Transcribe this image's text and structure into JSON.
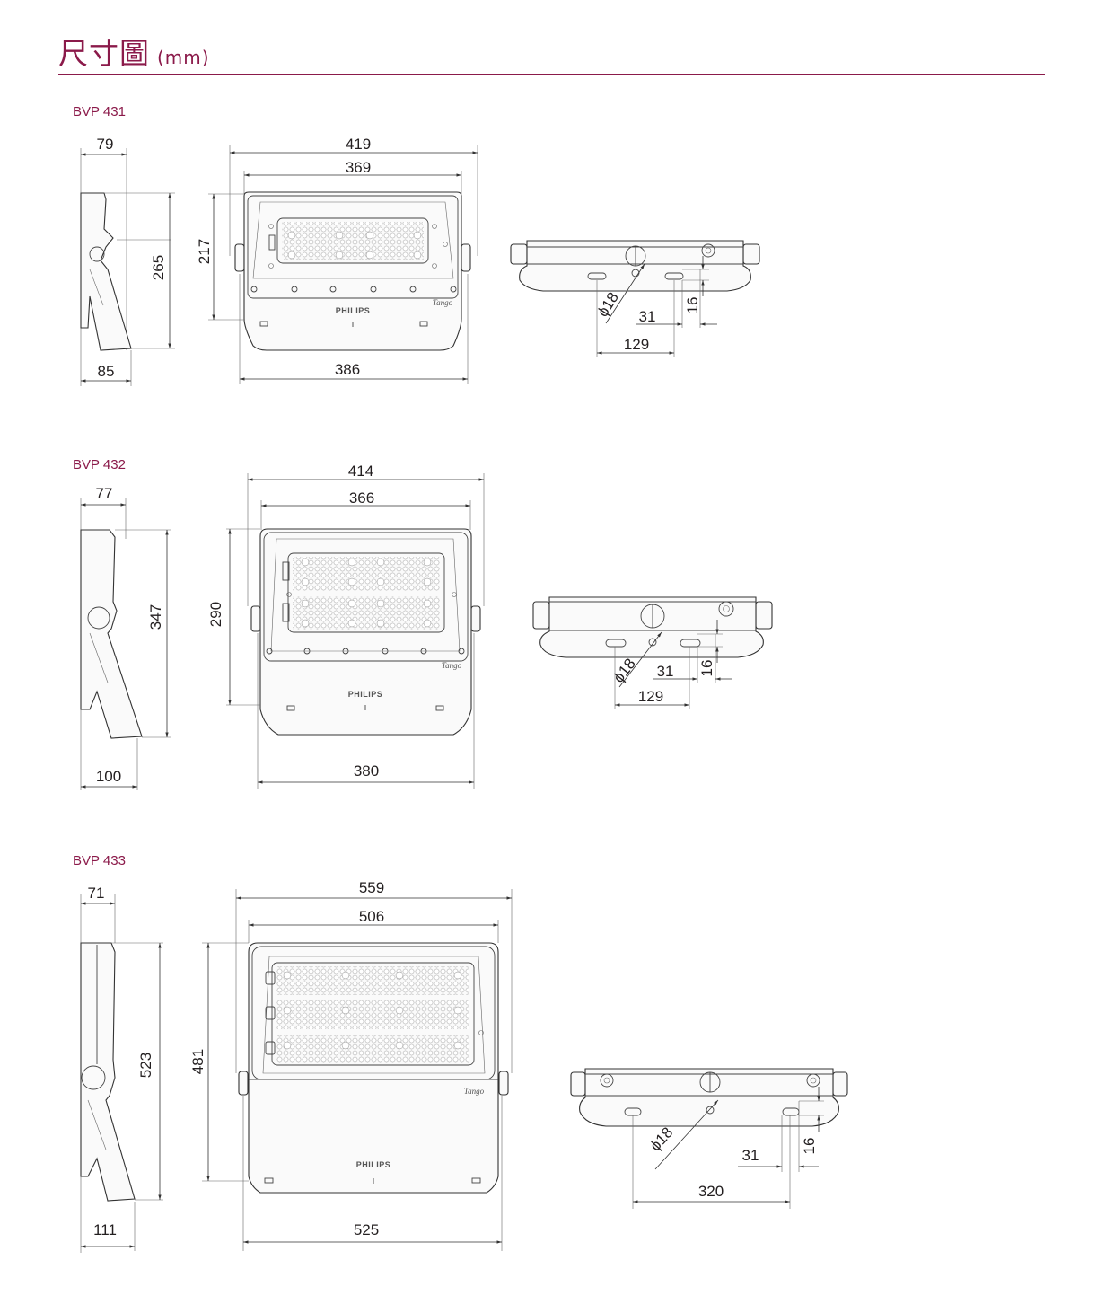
{
  "header": {
    "title": "尺寸圖",
    "unit": "(mm)"
  },
  "brand": {
    "logo": "PHILIPS",
    "product": "Tango"
  },
  "models": [
    {
      "name": "BVP 431",
      "side": {
        "depth": "79",
        "height": "265",
        "base": "85"
      },
      "front": {
        "overall_width": "419",
        "inner_width": "369",
        "height": "217",
        "base_width": "386"
      },
      "bottom": {
        "hole": "ϕ18",
        "offset": "31",
        "edge": "16",
        "span": "129"
      }
    },
    {
      "name": "BVP 432",
      "side": {
        "depth": "77",
        "height": "347",
        "base": "100"
      },
      "front": {
        "overall_width": "414",
        "inner_width": "366",
        "height": "290",
        "base_width": "380"
      },
      "bottom": {
        "hole": "ϕ18",
        "offset": "31",
        "edge": "16",
        "span": "129"
      }
    },
    {
      "name": "BVP 433",
      "side": {
        "depth": "71",
        "height": "523",
        "base": "111"
      },
      "front": {
        "overall_width": "559",
        "inner_width": "506",
        "height": "481",
        "base_width": "525"
      },
      "bottom": {
        "hole": "ϕ18",
        "offset": "31",
        "edge": "16",
        "span": "320"
      }
    }
  ],
  "colors": {
    "accent": "#8b1a4a",
    "line": "#333333"
  }
}
